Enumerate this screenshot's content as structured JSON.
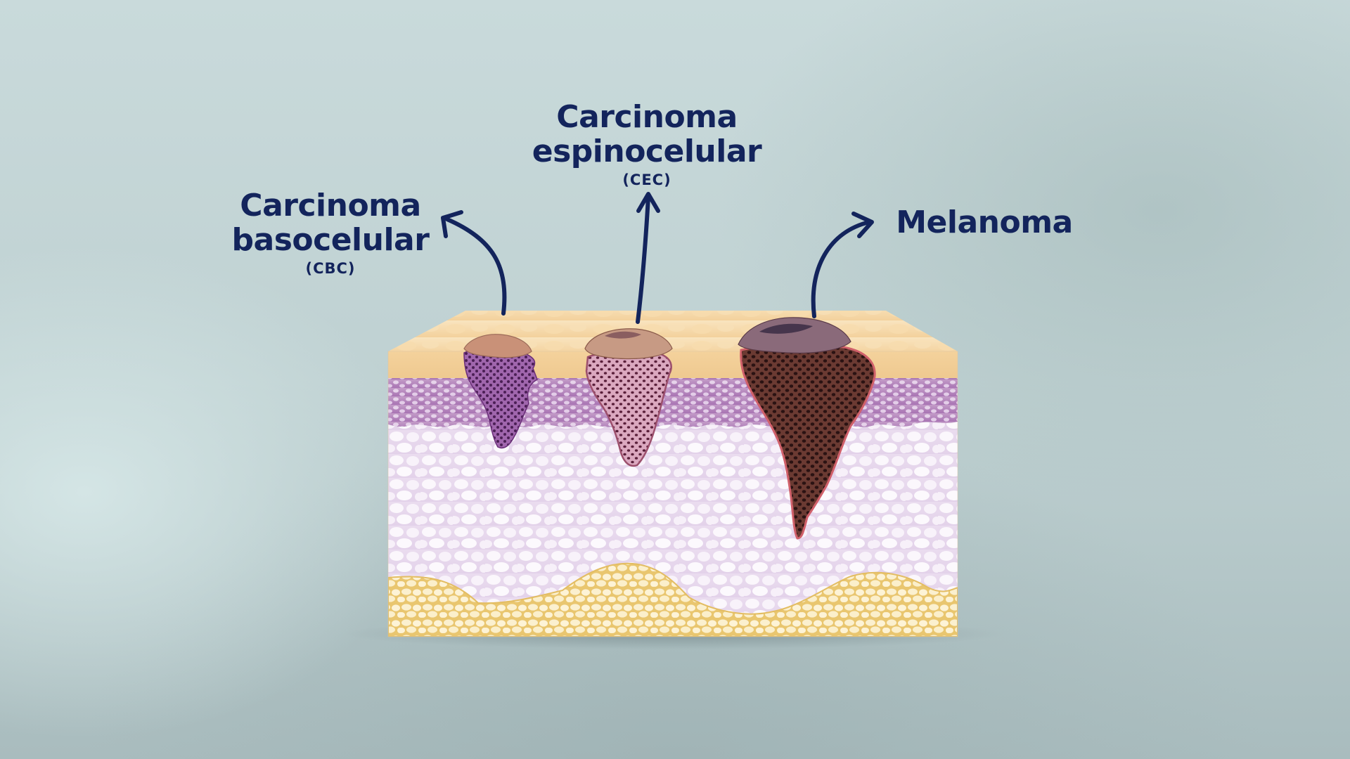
{
  "labels": {
    "cbc": {
      "title": "Carcinoma basocelular",
      "abbr": "(CBC)"
    },
    "cec": {
      "title": "Carcinoma espinocelular",
      "abbr": "(CEC)"
    },
    "melanoma": {
      "title": "Melanoma"
    }
  },
  "colors": {
    "text": "#13245c",
    "epidermis": "#f3d3a0",
    "basal_layer": "#b98cbf",
    "dermis": "#efe2f2",
    "fat": "#f4dc92",
    "cbc_tumor": "#8a4f9a",
    "cec_tumor": "#c792a8",
    "melanoma_tumor": "#5a2f2c"
  },
  "icons": [
    "arrow-icon-cbc",
    "arrow-icon-cec",
    "arrow-icon-melanoma"
  ]
}
